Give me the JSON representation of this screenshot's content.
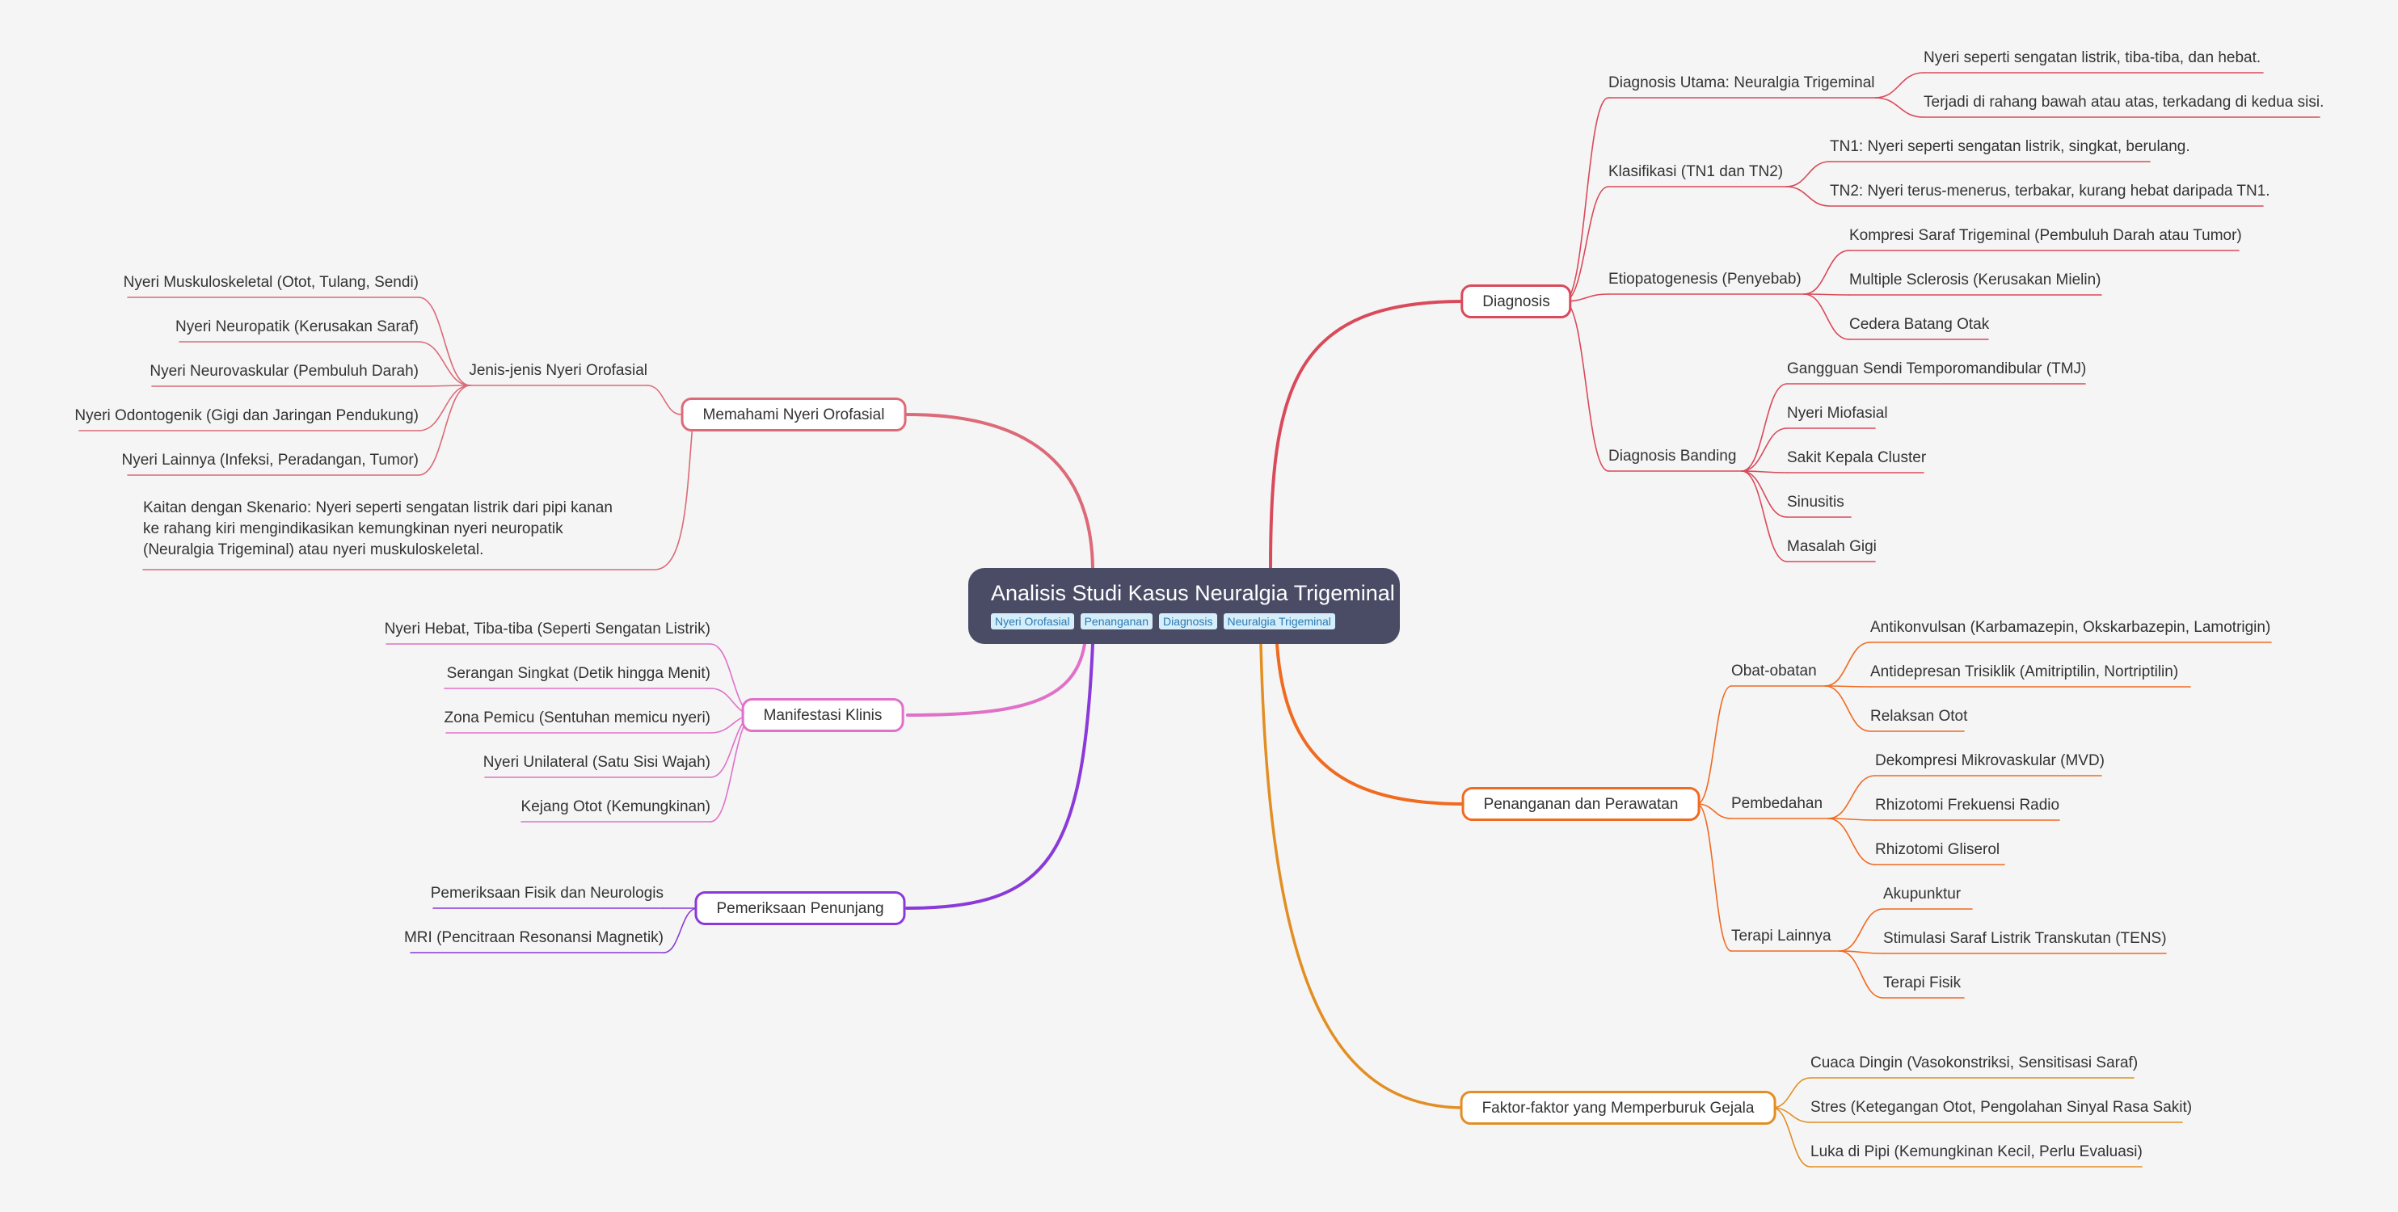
{
  "root": {
    "title": "Analisis Studi Kasus Neuralgia Trigeminal",
    "tags": [
      "Nyeri Orofasial",
      "Penanganan",
      "Diagnosis",
      "Neuralgia Trigeminal"
    ]
  },
  "colors": {
    "diagnosis": "#d94a5a",
    "penanganan": "#f06a20",
    "faktor": "#e28e22",
    "memahami": "#dc6a78",
    "manifestasi": "#e070c8",
    "pemeriksaan": "#8a3ad8"
  },
  "branches": {
    "diagnosis": {
      "label": "Diagnosis",
      "groups": [
        {
          "label": "Diagnosis Utama: Neuralgia Trigeminal",
          "items": [
            "Nyeri seperti sengatan listrik, tiba-tiba, dan hebat.",
            "Terjadi di rahang bawah atau atas, terkadang di kedua sisi."
          ]
        },
        {
          "label": "Klasifikasi (TN1 dan TN2)",
          "items": [
            "TN1: Nyeri seperti sengatan listrik, singkat, berulang.",
            "TN2: Nyeri terus-menerus, terbakar, kurang hebat daripada TN1."
          ]
        },
        {
          "label": "Etiopatogenesis (Penyebab)",
          "items": [
            "Kompresi Saraf Trigeminal (Pembuluh Darah atau Tumor)",
            "Multiple Sclerosis (Kerusakan Mielin)",
            "Cedera Batang Otak"
          ]
        },
        {
          "label": "Diagnosis Banding",
          "items": [
            "Gangguan Sendi Temporomandibular (TMJ)",
            "Nyeri Miofasial",
            "Sakit Kepala Cluster",
            "Sinusitis",
            "Masalah Gigi"
          ]
        }
      ]
    },
    "penanganan": {
      "label": "Penanganan dan Perawatan",
      "groups": [
        {
          "label": "Obat-obatan",
          "items": [
            "Antikonvulsan (Karbamazepin, Okskarbazepin, Lamotrigin)",
            "Antidepresan Trisiklik (Amitriptilin, Nortriptilin)",
            "Relaksan Otot"
          ]
        },
        {
          "label": "Pembedahan",
          "items": [
            "Dekompresi Mikrovaskular (MVD)",
            "Rhizotomi Frekuensi Radio",
            "Rhizotomi Gliserol"
          ]
        },
        {
          "label": "Terapi Lainnya",
          "items": [
            "Akupunktur",
            "Stimulasi Saraf Listrik Transkutan (TENS)",
            "Terapi Fisik"
          ]
        }
      ]
    },
    "faktor": {
      "label": "Faktor-faktor yang Memperburuk Gejala",
      "items": [
        "Cuaca Dingin (Vasokonstriksi, Sensitisasi Saraf)",
        "Stres (Ketegangan Otot, Pengolahan Sinyal Rasa Sakit)",
        "Luka di Pipi (Kemungkinan Kecil, Perlu Evaluasi)"
      ]
    },
    "memahami": {
      "label": "Memahami Nyeri Orofasial",
      "group": {
        "label": "Jenis-jenis Nyeri Orofasial",
        "items": [
          "Nyeri Muskuloskeletal (Otot, Tulang, Sendi)",
          "Nyeri Neuropatik (Kerusakan Saraf)",
          "Nyeri Neurovaskular (Pembuluh Darah)",
          "Nyeri Odontogenik (Gigi dan Jaringan Pendukung)",
          "Nyeri Lainnya (Infeksi, Peradangan, Tumor)"
        ]
      },
      "note": "Kaitan dengan Skenario: Nyeri seperti sengatan listrik dari pipi kanan ke rahang kiri mengindikasikan kemungkinan nyeri neuropatik (Neuralgia Trigeminal) atau nyeri muskuloskeletal."
    },
    "manifestasi": {
      "label": "Manifestasi Klinis",
      "items": [
        "Nyeri Hebat, Tiba-tiba (Seperti Sengatan Listrik)",
        "Serangan Singkat (Detik hingga Menit)",
        "Zona Pemicu (Sentuhan memicu nyeri)",
        "Nyeri Unilateral (Satu Sisi Wajah)",
        "Kejang Otot (Kemungkinan)"
      ]
    },
    "pemeriksaan": {
      "label": "Pemeriksaan Penunjang",
      "items": [
        "Pemeriksaan Fisik dan Neurologis",
        "MRI (Pencitraan Resonansi Magnetik)"
      ]
    }
  }
}
